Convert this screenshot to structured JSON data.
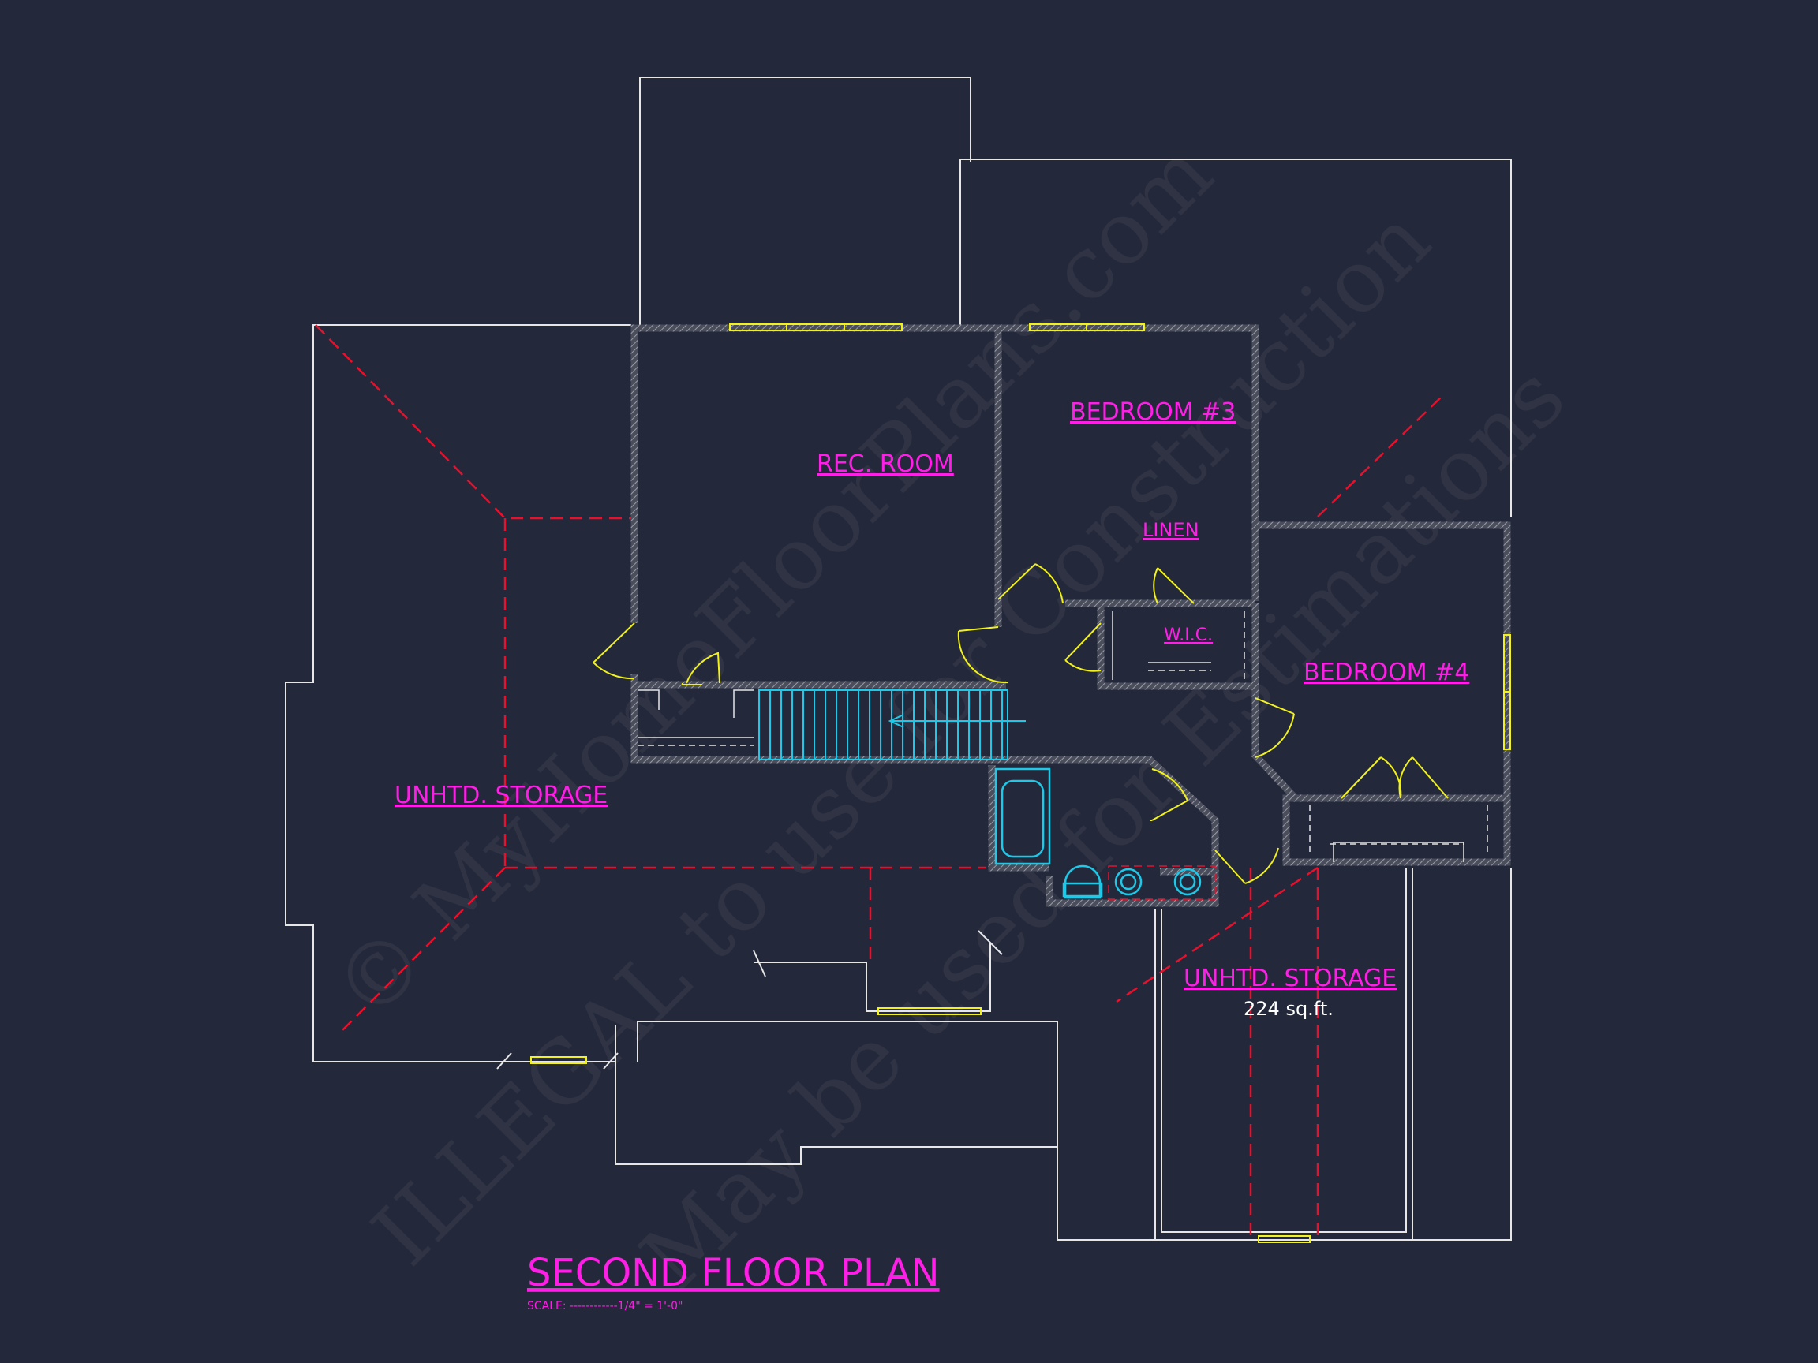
{
  "title": "SECOND FLOOR PLAN",
  "scale": "SCALE: ------------1/4\" = 1'-0\"",
  "rooms": {
    "rec_room": "REC. ROOM",
    "bedroom_3": "BEDROOM #3",
    "linen": "LINEN",
    "wic": "W.I.C.",
    "bedroom_4": "BEDROOM #4",
    "storage_west": "UNHTD. STORAGE",
    "storage_east": "UNHTD. STORAGE",
    "storage_east_area": "224 sq.ft."
  },
  "watermark": {
    "line1": "© MyHomeFloorPlans.com",
    "line2": "ILLEGAL to use for Construction",
    "line3": "May be used for Estimations"
  },
  "colors": {
    "background": "#23283a",
    "outline": "#e6e6e6",
    "wall": "#c9c9c9",
    "room_text": "#ff1ee6",
    "door": "#f2f21a",
    "stair_fixture": "#1ec8e6",
    "ridge": "#e8112d"
  }
}
